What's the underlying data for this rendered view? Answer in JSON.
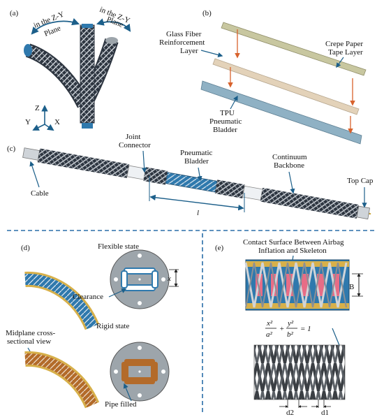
{
  "panels": {
    "a": {
      "tag": "(a)",
      "plane_left": [
        "in the Z-Y",
        "Plane"
      ],
      "plane_right": [
        "in the Z-Y",
        "Plane"
      ],
      "axes": {
        "z": "Z",
        "y": "Y",
        "x": "X"
      }
    },
    "b": {
      "tag": "(b)",
      "glass_fiber": [
        "Glass Fiber",
        "Reinforcement",
        "Layer"
      ],
      "crepe_paper": [
        "Crepe Paper",
        "Tape Layer"
      ],
      "tpu": [
        "TPU",
        "Pneumatic",
        "Bladder"
      ]
    },
    "c": {
      "tag": "(c)",
      "joint_connector": [
        "Joint",
        "Connector"
      ],
      "pneumatic_bladder": [
        "Pneumatic",
        "Bladder"
      ],
      "continuum_backbone": [
        "Continuum",
        "Backbone"
      ],
      "top_cap": "Top Cap",
      "cable": "Cable",
      "length": "l"
    },
    "d": {
      "tag": "(d)",
      "flexible_state": "Flexible state",
      "rigid_state": "Rigid state",
      "clearance": "Clearance",
      "x_dim": "x",
      "midplane": [
        "Midplane cross-",
        "sectional view"
      ],
      "pipe_filled": "Pipe filled"
    },
    "e": {
      "tag": "(e)",
      "contact_title": [
        "Contact Surface Between Airbag",
        "Inflation and Skeleton"
      ],
      "b_dim": "B",
      "eq_x": "x²",
      "eq_a": "a²",
      "eq_y": "y²",
      "eq_b": "b²",
      "eq_plus": "+",
      "eq_rhs": "= 1",
      "d2": "d2",
      "d1": "d1"
    }
  },
  "colors": {
    "arrow_blue": "#1c5f8a",
    "divider": "#2a6ea8",
    "bladder_blue": "#2f79ad",
    "backbone_dark": "#2d3540",
    "crepe": "#e3d2b9",
    "fiber": "#c8c7a0",
    "tpu": "#8fb1c4",
    "red_arrow": "#d8622c",
    "pink": "#e76d86",
    "rigid_fill": "#b36b2a",
    "plate_gray": "#9da5ab"
  }
}
